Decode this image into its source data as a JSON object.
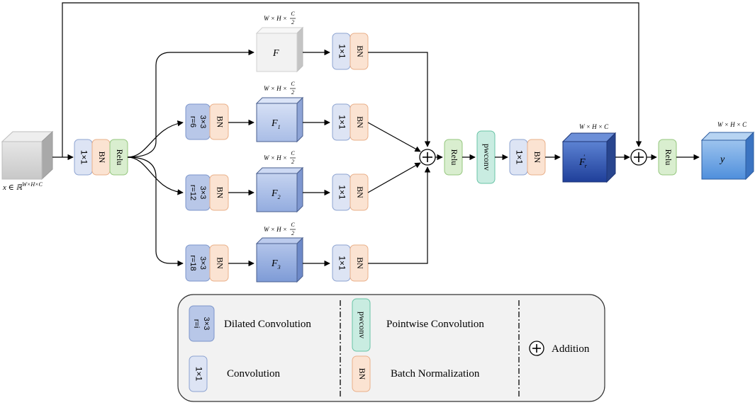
{
  "input": {
    "label": "x ∈ ℝ",
    "sup": "W×H×C"
  },
  "stem": {
    "conv": "1×1",
    "bn": "BN",
    "relu": "Relu"
  },
  "branch_top": {
    "feature": "F",
    "dims": "W × H ×",
    "dims_frac_num": "C",
    "dims_frac_den": "2",
    "conv": "1×1",
    "bn": "BN"
  },
  "branches": [
    {
      "conv": "3×3",
      "rate": "r=6",
      "bn": "BN",
      "feature": "F",
      "sub": "1",
      "dims": "W × H ×",
      "dims_frac_num": "C",
      "dims_frac_den": "2",
      "conv1": "1×1",
      "bn1": "BN"
    },
    {
      "conv": "3×3",
      "rate": "r=12",
      "bn": "BN",
      "feature": "F",
      "sub": "2",
      "dims": "W × H ×",
      "dims_frac_num": "C",
      "dims_frac_den": "2",
      "conv1": "1×1",
      "bn1": "BN"
    },
    {
      "conv": "3×3",
      "rate": "r=18",
      "bn": "BN",
      "feature": "F",
      "sub": "3",
      "dims": "W × H ×",
      "dims_frac_num": "C",
      "dims_frac_den": "2",
      "conv1": "1×1",
      "bn1": "BN"
    }
  ],
  "fusion": {
    "relu": "Relu",
    "pwconv": "pwconv",
    "conv": "1×1",
    "bn": "BN"
  },
  "fr": {
    "label": "F",
    "sub": "r",
    "prime": "'",
    "dims": "W × H × C"
  },
  "final": {
    "relu": "Relu",
    "label": "y",
    "dims": "W × H × C"
  },
  "legend": {
    "dilated_box_top": "3×3",
    "dilated_box_bottom": "r=i",
    "dilated_label": "Dilated Convolution",
    "conv_box": "1×1",
    "conv_label": "Convolution",
    "pw_box": "pwconv",
    "pw_label": "Pointwise Convolution",
    "bn_box": "BN",
    "bn_label": "Batch Normalization",
    "add_label": "Addition"
  },
  "colors": {
    "conv_fill": "#dde4f4",
    "conv_stroke": "#8da3d1",
    "bn_fill": "#fbe3d2",
    "bn_stroke": "#eab08a",
    "relu_fill": "#d9eecf",
    "relu_stroke": "#95c77e",
    "pw_fill": "#c9ece1",
    "pw_stroke": "#69c4a6",
    "dil_fill": "#b8c7e8",
    "dil_stroke": "#7d96cb"
  }
}
